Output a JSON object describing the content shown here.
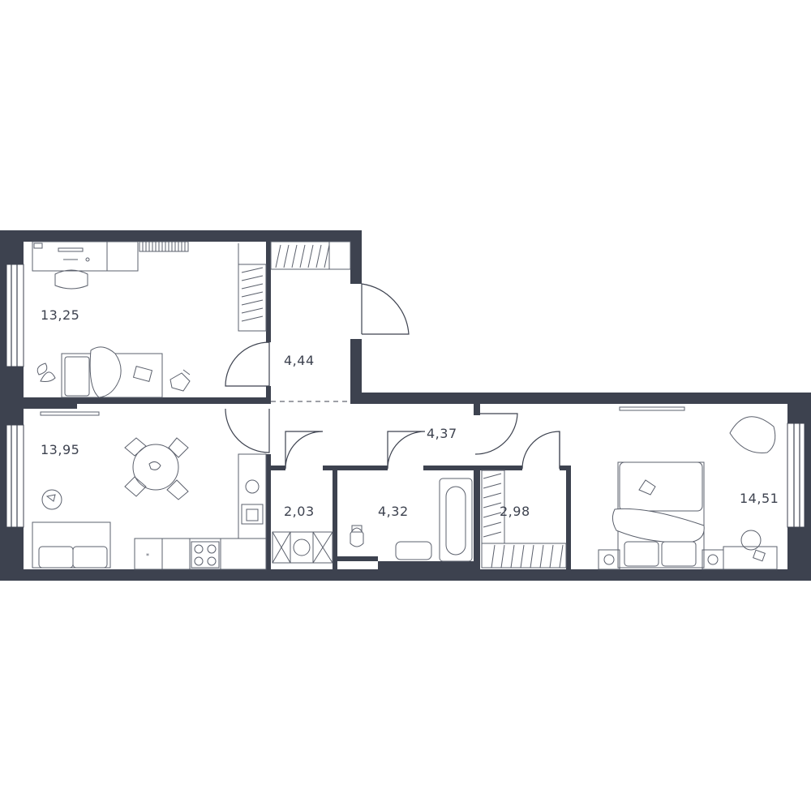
{
  "rooms": [
    {
      "id": "bedroom-left",
      "area": "13,25"
    },
    {
      "id": "hall-entry",
      "area": "4,44"
    },
    {
      "id": "kitchen-living",
      "area": "13,95"
    },
    {
      "id": "corridor",
      "area": "4,37"
    },
    {
      "id": "laundry",
      "area": "2,03"
    },
    {
      "id": "bathroom",
      "area": "4,32"
    },
    {
      "id": "wardrobe",
      "area": "2,98"
    },
    {
      "id": "bedroom-right",
      "area": "14,51"
    }
  ],
  "colors": {
    "wall": "#3d424f",
    "furniture": "#5b606c",
    "background": "#ffffff"
  }
}
